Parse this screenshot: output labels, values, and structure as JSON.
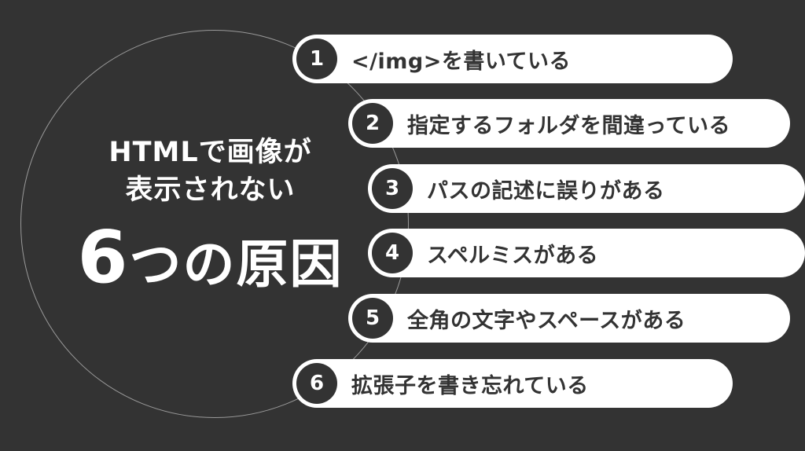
{
  "heading": {
    "line1": "HTMLで画像が",
    "line2": "表示されない",
    "big_number": "6",
    "big_rest": "つの原因"
  },
  "reasons": [
    {
      "number": "1",
      "text": "</img>を書いている"
    },
    {
      "number": "2",
      "text": "指定するフォルダを間違っている"
    },
    {
      "number": "3",
      "text": "パスの記述に誤りがある"
    },
    {
      "number": "4",
      "text": "スペルミスがある"
    },
    {
      "number": "5",
      "text": "全角の文字やスペースがある"
    },
    {
      "number": "6",
      "text": "拡張子を書き忘れている"
    }
  ],
  "colors": {
    "background": "#333333",
    "pill": "#ffffff",
    "badge": "#333333",
    "circle_outline": "#9a9a9a"
  }
}
